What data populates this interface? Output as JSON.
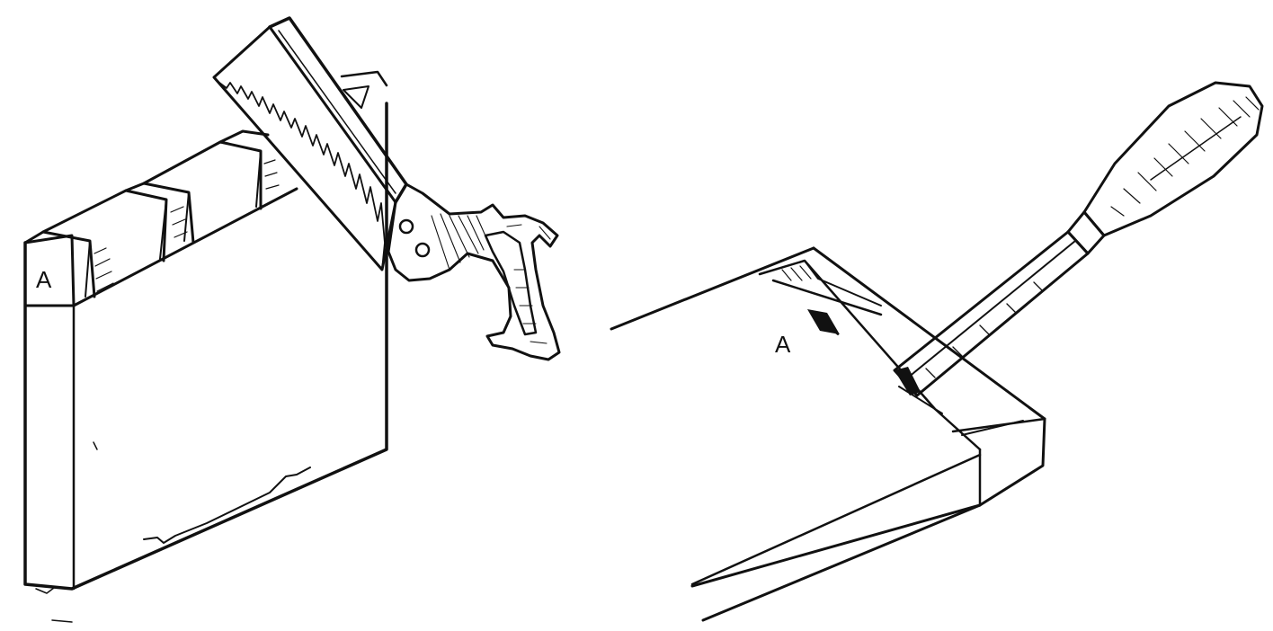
{
  "figures": [
    {
      "id": "left",
      "label": "A",
      "icon": "tenon-saw-cutting-dovetails-icon"
    },
    {
      "id": "right",
      "label": "A",
      "icon": "chisel-paring-socket-icon"
    }
  ],
  "colors": {
    "ink": "#111111",
    "paper": "#ffffff"
  }
}
